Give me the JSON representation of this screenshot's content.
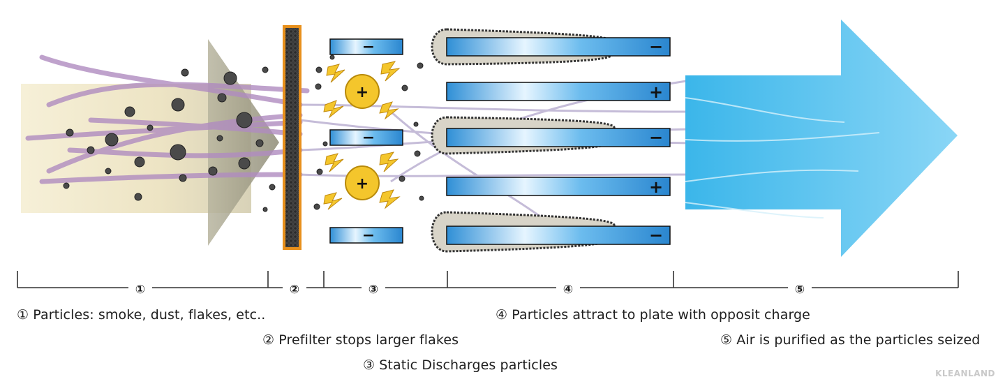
{
  "steps": {
    "s1": "①",
    "s2": "②",
    "s3": "③",
    "s4": "④",
    "s5": "⑤"
  },
  "captions": {
    "particles": "① Particles: smoke, dust, flakes, etc..",
    "prefilter": "② Prefilter stops larger flakes",
    "static": "③ Static Discharges particles",
    "attract": "④ Particles attract to plate with opposit charge",
    "purified": "⑤ Air is purified as the particles seized"
  },
  "charges": {
    "negative": "−",
    "positive": "+"
  },
  "watermark": "KLEANLAND",
  "colors": {
    "fiber": "#b08cc0",
    "airflow_in": "#efe7c9",
    "arrow_in": "#9d9a86",
    "prefilter_frame": "#e8901c",
    "ionizer": "#f4c62c",
    "plate": "#3aa0e0",
    "clean_air": "#4fc2ee",
    "particle": "#444444"
  }
}
